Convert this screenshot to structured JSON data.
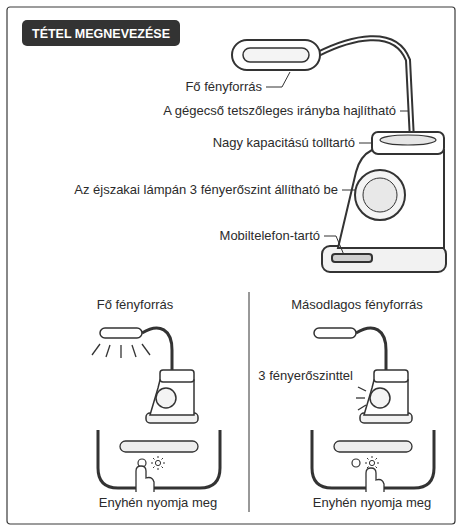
{
  "diagram": {
    "title": "TÉTEL MEGNEVEZÉSE",
    "labels": [
      "Fő fényforrás",
      "A gégecső tetszőleges irányba hajlítható",
      "Nagy kapacitású tolltartó",
      "Az éjszakai lámpán 3 fényerőszint állítható be",
      "Mobiltelefon-tartó",
      "Fő fényforrás",
      "Másodlagos fényforrás",
      "3 fényerőszinttel",
      "Enyhén nyomja meg",
      "Enyhén nyomja meg"
    ]
  }
}
